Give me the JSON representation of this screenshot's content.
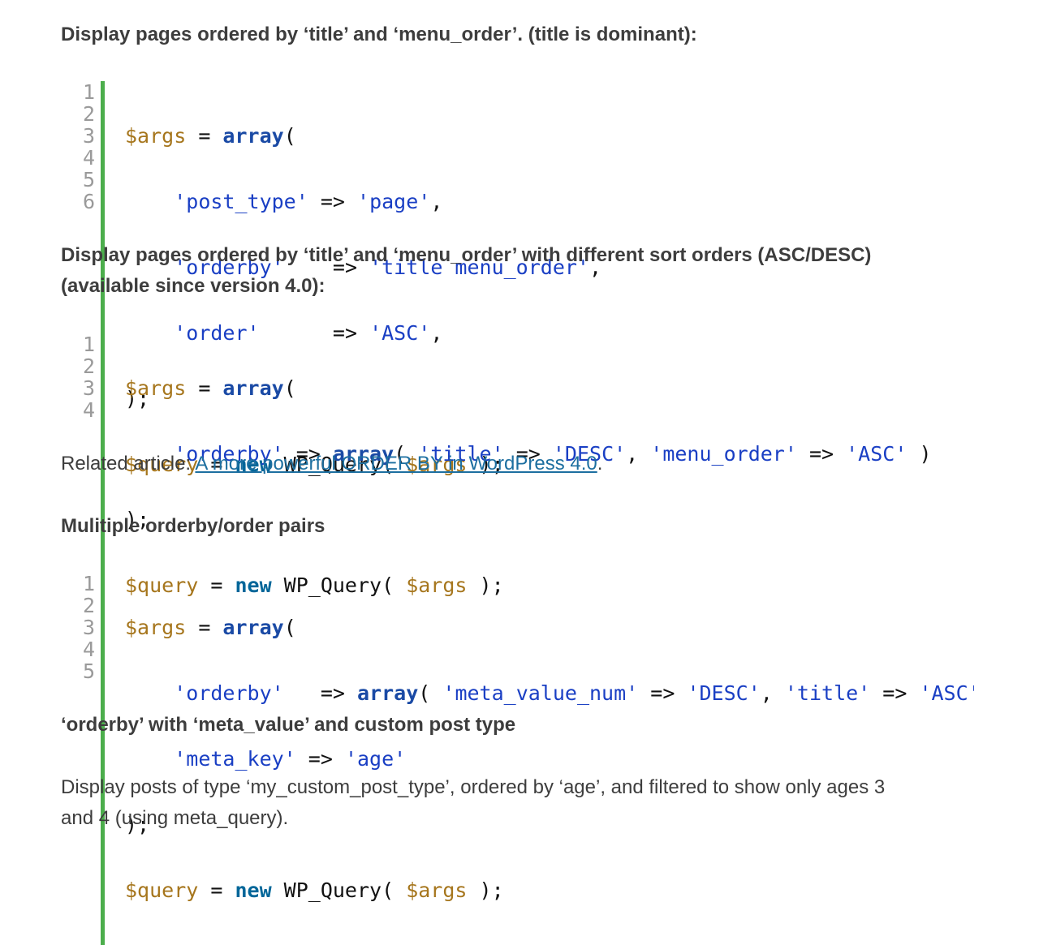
{
  "sections": {
    "h1": "Display pages ordered by ‘title’ and ‘menu_order’. (title is dominant):",
    "h2_line1": "Display pages ordered by ‘title’ and ‘menu_order’ with different sort orders (ASC/DESC)",
    "h2_line2": "(available since version 4.0):",
    "related_prefix": "Related article: ",
    "related_link": "A more powerful ORDER BY in WordPress 4.0",
    "related_suffix": ".",
    "h3": "Mulitiple orderby/order pairs",
    "h4": "‘orderby’ with ‘meta_value’ and custom post type",
    "p_last_line1": "Display posts of type ‘my_custom_post_type’, ordered by ‘age’, and filtered to show only ages 3",
    "p_last_line2": "and 4 (using meta_query)."
  },
  "code1": {
    "line_numbers": [
      "1",
      "2",
      "3",
      "4",
      "5",
      "6"
    ],
    "t": {
      "args": "$args",
      "eq": " = ",
      "array": "array",
      "paren": "(",
      "indent": "    ",
      "k1": "'post_type'",
      "arrow1": " => ",
      "v1": "'page'",
      "comma": ",",
      "k2": "'orderby'",
      "sp2": "   ",
      "arrow2": " => ",
      "v2": "'title menu_order'",
      "k3": "'order'",
      "sp3": "     ",
      "arrow3": " => ",
      "v3": "'ASC'",
      "close": ");",
      "query": "$query",
      "new": "new",
      "wpq": " WP_Query( ",
      "args2": "$args",
      "end": " );"
    }
  },
  "code2": {
    "line_numbers": [
      "1",
      "2",
      "3",
      "4"
    ],
    "t": {
      "args": "$args",
      "eq": " = ",
      "array": "array",
      "paren": "(",
      "indent": "    ",
      "k1": "'orderby'",
      "arrow1": " => ",
      "arr": "array",
      "open": "( ",
      "s1": "'title'",
      "a2": " => ",
      "s2": "'DESC'",
      "c1": ", ",
      "s3": "'menu_order'",
      "a3": " => ",
      "s4": "'ASC'",
      "endp": " )",
      "close": ");",
      "query": "$query",
      "new": "new",
      "wpq": " WP_Query( ",
      "args2": "$args",
      "end": " );"
    }
  },
  "code3": {
    "line_numbers": [
      "1",
      "2",
      "3",
      "4",
      "5"
    ],
    "t": {
      "args": "$args",
      "eq": " = ",
      "array": "array",
      "paren": "(",
      "indent": "    ",
      "k1": "'orderby'",
      "sp1": "  ",
      "arrow1": " => ",
      "arr": "array",
      "open": "( ",
      "s1": "'meta_value_num'",
      "a2": " => ",
      "s2": "'DESC'",
      "c1": ", ",
      "s3": "'title'",
      "a3": " => ",
      "s4": "'ASC'",
      "k2": "'meta_key'",
      "arrow2": " => ",
      "v2": "'age'",
      "close": ");",
      "query": "$query",
      "new": "new",
      "wpq": " WP_Query( ",
      "args2": "$args",
      "end": " );"
    }
  }
}
